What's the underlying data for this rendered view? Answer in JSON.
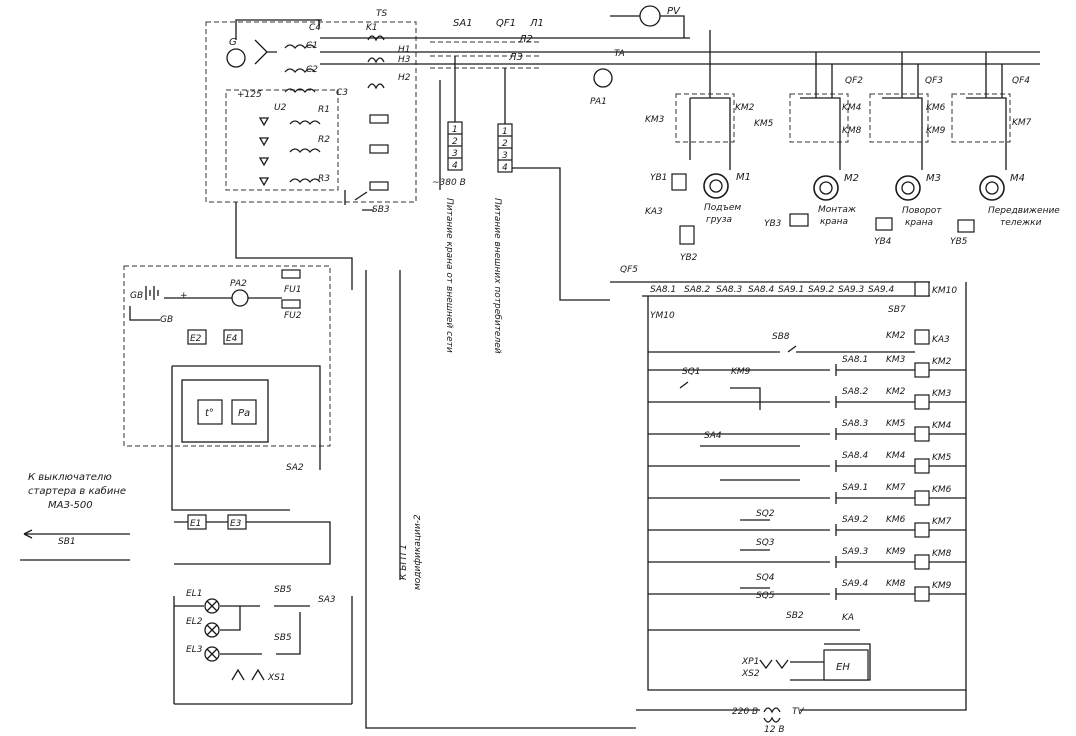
{
  "generator": {
    "g": "G",
    "g_sub": "+125",
    "u2": "U2",
    "ts": "TS",
    "k1": "K1",
    "c4": "C4",
    "coils": [
      "C1",
      "C2",
      "C3"
    ],
    "h": [
      "H1",
      "H2",
      "H3"
    ],
    "r": [
      "R1",
      "R2",
      "R3"
    ],
    "sb3": "SB3"
  },
  "meters": {
    "pv": "PV",
    "ta": "TA",
    "pa1": "PA1"
  },
  "switches": {
    "sa1": "SA1",
    "qf1": "QF1",
    "l1": "Л1",
    "l2": "Л2",
    "l3": "Л3"
  },
  "terminals": {
    "block1": [
      "1",
      "2",
      "3",
      "4"
    ],
    "block1_label": "~380 В",
    "block2": [
      "1",
      "2",
      "3",
      "4"
    ],
    "caption1": "Питание крана от внешней сети",
    "caption2": "Питание внешних потребителей"
  },
  "motors": [
    {
      "name": "M1",
      "caption1": "Подъем",
      "caption2": "груза",
      "kms": [
        "KM3",
        "KM2"
      ],
      "brakes": [
        "YB1",
        "KA3",
        "YB2"
      ]
    },
    {
      "name": "M2",
      "caption1": "Монтаж",
      "caption2": "крана",
      "kms": [
        "KM5",
        "KM4",
        "KM8"
      ],
      "brakes": [
        "YB3"
      ],
      "qf": "QF2"
    },
    {
      "name": "M3",
      "caption1": "Поворот",
      "caption2": "крана",
      "kms": [
        "KM6",
        "KM9"
      ],
      "brakes": [
        "YB4"
      ],
      "qf": "QF3"
    },
    {
      "name": "M4",
      "caption1": "Передвижение",
      "caption2": "тележки",
      "kms": [
        "KM7"
      ],
      "brakes": [
        "YB5"
      ],
      "qf": "QF4"
    }
  ],
  "battery": {
    "gb": "GB",
    "pa2": "PA2",
    "fu1": "FU1",
    "fu2": "FU2",
    "e2": "E2",
    "e4": "E4",
    "e1": "E1",
    "e3": "E3",
    "t": "t°",
    "pa": "Pa",
    "sa2": "SA2"
  },
  "notes": {
    "starter1": "К выключателю",
    "starter2": "стартера в кабине",
    "starter3": "МАЗ-500",
    "sb1": "SB1",
    "bgp1": "К БГП 1",
    "bgp2": "модификации-2"
  },
  "lamps": {
    "el1": "EL1",
    "el2": "EL2",
    "el3": "EL3",
    "sb5": "SB5",
    "sb5b": "SB5",
    "sa3": "SA3",
    "xs1": "XS1"
  },
  "control": {
    "qf5": "QF5",
    "top_contacts": [
      "SA8.1",
      "SA8.2",
      "SA8.3",
      "SA8.4",
      "SA9.1",
      "SA9.2",
      "SA9.3",
      "SA9.4"
    ],
    "sb7": "SB7",
    "km10": "KM10",
    "ym10": "YM10",
    "sb8": "SB8",
    "ka3": "KA3",
    "rows": [
      {
        "sa": "SA8.1",
        "km_il": "KM3",
        "coil": "KM2"
      },
      {
        "sa": "SA8.2",
        "km_il": "KM2",
        "coil": "KM3"
      },
      {
        "sa": "SA8.3",
        "km_il": "KM5",
        "coil": "KM4"
      },
      {
        "sa": "SA8.4",
        "km_il": "KM4",
        "coil": "KM5"
      },
      {
        "sa": "SA9.1",
        "km_il": "KM7",
        "coil": "KM6"
      },
      {
        "sa": "SA9.2",
        "km_il": "KM6",
        "coil": "KM7"
      },
      {
        "sa": "SA9.3",
        "km_il": "KM9",
        "coil": "KM8"
      },
      {
        "sa": "SA9.4",
        "km_il": "KM8",
        "coil": "KM9"
      }
    ],
    "top_row_coil": "KM2",
    "sq1": "SQ1",
    "km9": "KM9",
    "sa4": "SA4",
    "sq2": "SQ2",
    "sq3": "SQ3",
    "sq4": "SQ4",
    "sq5": "SQ5",
    "sb2": "SB2",
    "ka": "KA",
    "xp1": "XP1",
    "xs2": "XS2",
    "eh": "EH",
    "tv": "TV",
    "v220": "220 В",
    "v12": "12 В"
  }
}
